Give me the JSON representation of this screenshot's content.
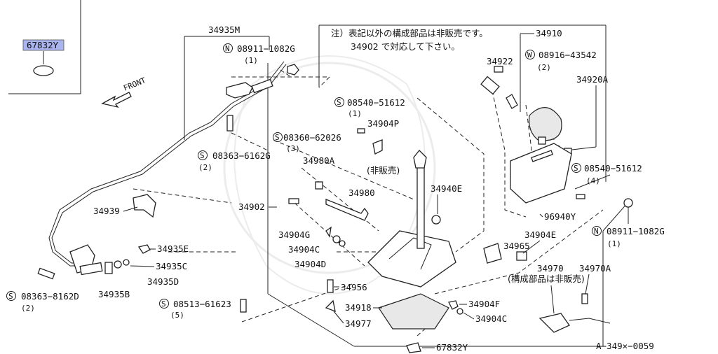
{
  "inset": {
    "part_number": "67832Y"
  },
  "front_label": "FRONT",
  "note": {
    "line1": "注）表記以外の構成部品は非販売です。",
    "line2": "34902 で対応して下さい。"
  },
  "labels": {
    "p34935M": "34935M",
    "p08911_top": "08911−1082G",
    "p08911_top_q": "(1)",
    "p08363_6162G": "08363−6162G",
    "p08363_6162G_q": "(2)",
    "p34939": "34939",
    "p34935E": "34935E",
    "p34935C": "34935C",
    "p34935D": "34935D",
    "p34935B": "34935B",
    "p08363_8162D": "08363−8162D",
    "p08363_8162D_q": "(2)",
    "p08513": "08513−61623",
    "p08513_q": "(5)",
    "p08540_left": "08540−51612",
    "p08540_left_q": "(1)",
    "p34904P": "34904P",
    "p08360": "08360−62026",
    "p08360_q": "(3)",
    "p34980A": "34980A",
    "not_for_sale": "(非販売)",
    "p34980": "34980",
    "p34902": "34902",
    "p34904G": "34904G",
    "p34904C_left": "34904C",
    "p34904D": "34904D",
    "p34940E": "34940E",
    "p34956": "34956",
    "p34918": "34918",
    "p34977": "34977",
    "p34904F": "34904F",
    "p34904C_bottom": "34904C",
    "p67832Y_bottom": "67832Y",
    "p34910": "34910",
    "p34922": "34922",
    "p08916": "08916−43542",
    "p08916_q": "(2)",
    "p34920A": "34920A",
    "p08540_right": "08540−51612",
    "p08540_right_q": "(4)",
    "p96940Y": "96940Y",
    "p34904E": "34904E",
    "p34965": "34965",
    "p08911_right": "08911−1082G",
    "p08911_right_q": "(1)",
    "p34970": "34970",
    "p34970A": "34970A",
    "components_not_for_sale": "(構成部品は非販売)",
    "diagram_code": "A−349×−0059"
  },
  "markers": {
    "N": "N",
    "S": "S",
    "W": "W"
  }
}
